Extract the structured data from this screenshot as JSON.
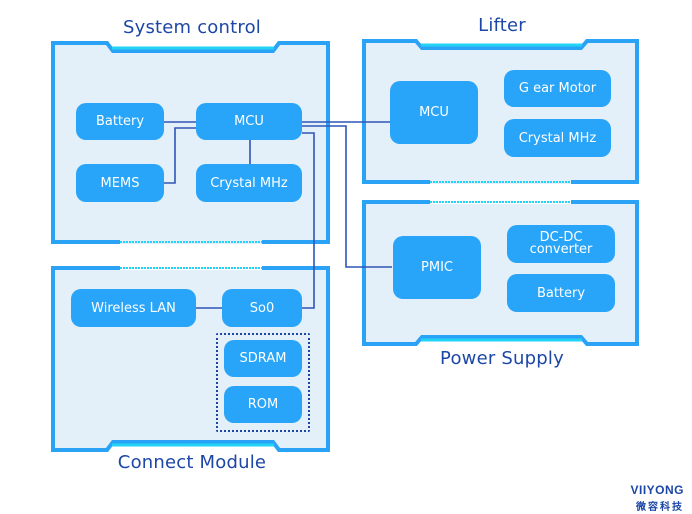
{
  "colors": {
    "panel_border": "#2aa3f7",
    "panel_fill": "#e3eff9",
    "accent_glow": "#22d3f5",
    "chip": "#28a4f9",
    "line": "#1d47a6",
    "title": "#1d47a6"
  },
  "panels": {
    "system_control": {
      "title": "System control",
      "chips": {
        "battery": "Battery",
        "mcu": "MCU",
        "mems": "MEMS",
        "crystal": "Crystal MHz"
      }
    },
    "connect_module": {
      "title": "Connect Module",
      "chips": {
        "wireless_lan": "Wireless LAN",
        "soc": "So0",
        "sdram": "SDRAM",
        "rom": "ROM"
      }
    },
    "lifter": {
      "title": "Lifter",
      "chips": {
        "mcu": "MCU",
        "gear_motor": "G ear Motor",
        "crystal": "Crystal MHz"
      }
    },
    "power_supply": {
      "title": "Power Supply",
      "chips": {
        "pmic": "PMIC",
        "dcdc_line1": "DC-DC",
        "dcdc_line2": "converter",
        "battery": "Battery"
      }
    }
  },
  "logo": {
    "brand": "VIIYONG",
    "subtitle": "微容科技"
  }
}
